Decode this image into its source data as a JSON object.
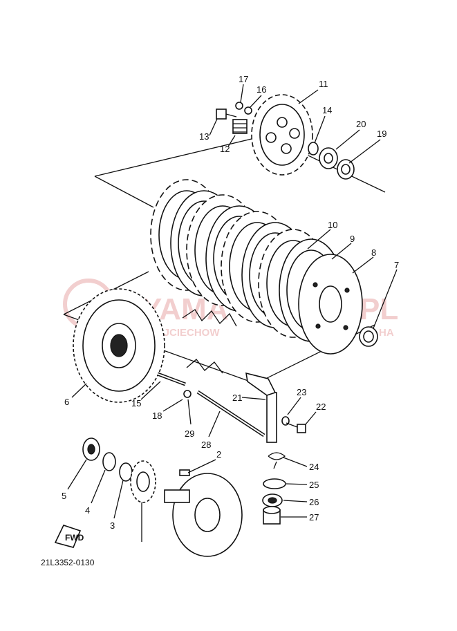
{
  "watermark": {
    "brand": "YAMA",
    "brand_suffix": "PL",
    "subtitle": "OJCIECHOW",
    "subtitle_suffix": "HA",
    "color": "#e8a7a7"
  },
  "drawing_code": "21L3352-0130",
  "fwd_mark": "FWD",
  "callouts": {
    "p2": "2",
    "p3": "3",
    "p4": "4",
    "p5": "5",
    "p6": "6",
    "p7": "7",
    "p8": "8",
    "p9": "9",
    "p10": "10",
    "p11": "11",
    "p12": "12",
    "p13": "13",
    "p14": "14",
    "p15": "15",
    "p16": "16",
    "p17": "17",
    "p18": "18",
    "p19": "19",
    "p20": "20",
    "p21": "21",
    "p22": "22",
    "p23": "23",
    "p24": "24",
    "p25": "25",
    "p26": "26",
    "p27": "27",
    "p28": "28",
    "p29": "29"
  }
}
